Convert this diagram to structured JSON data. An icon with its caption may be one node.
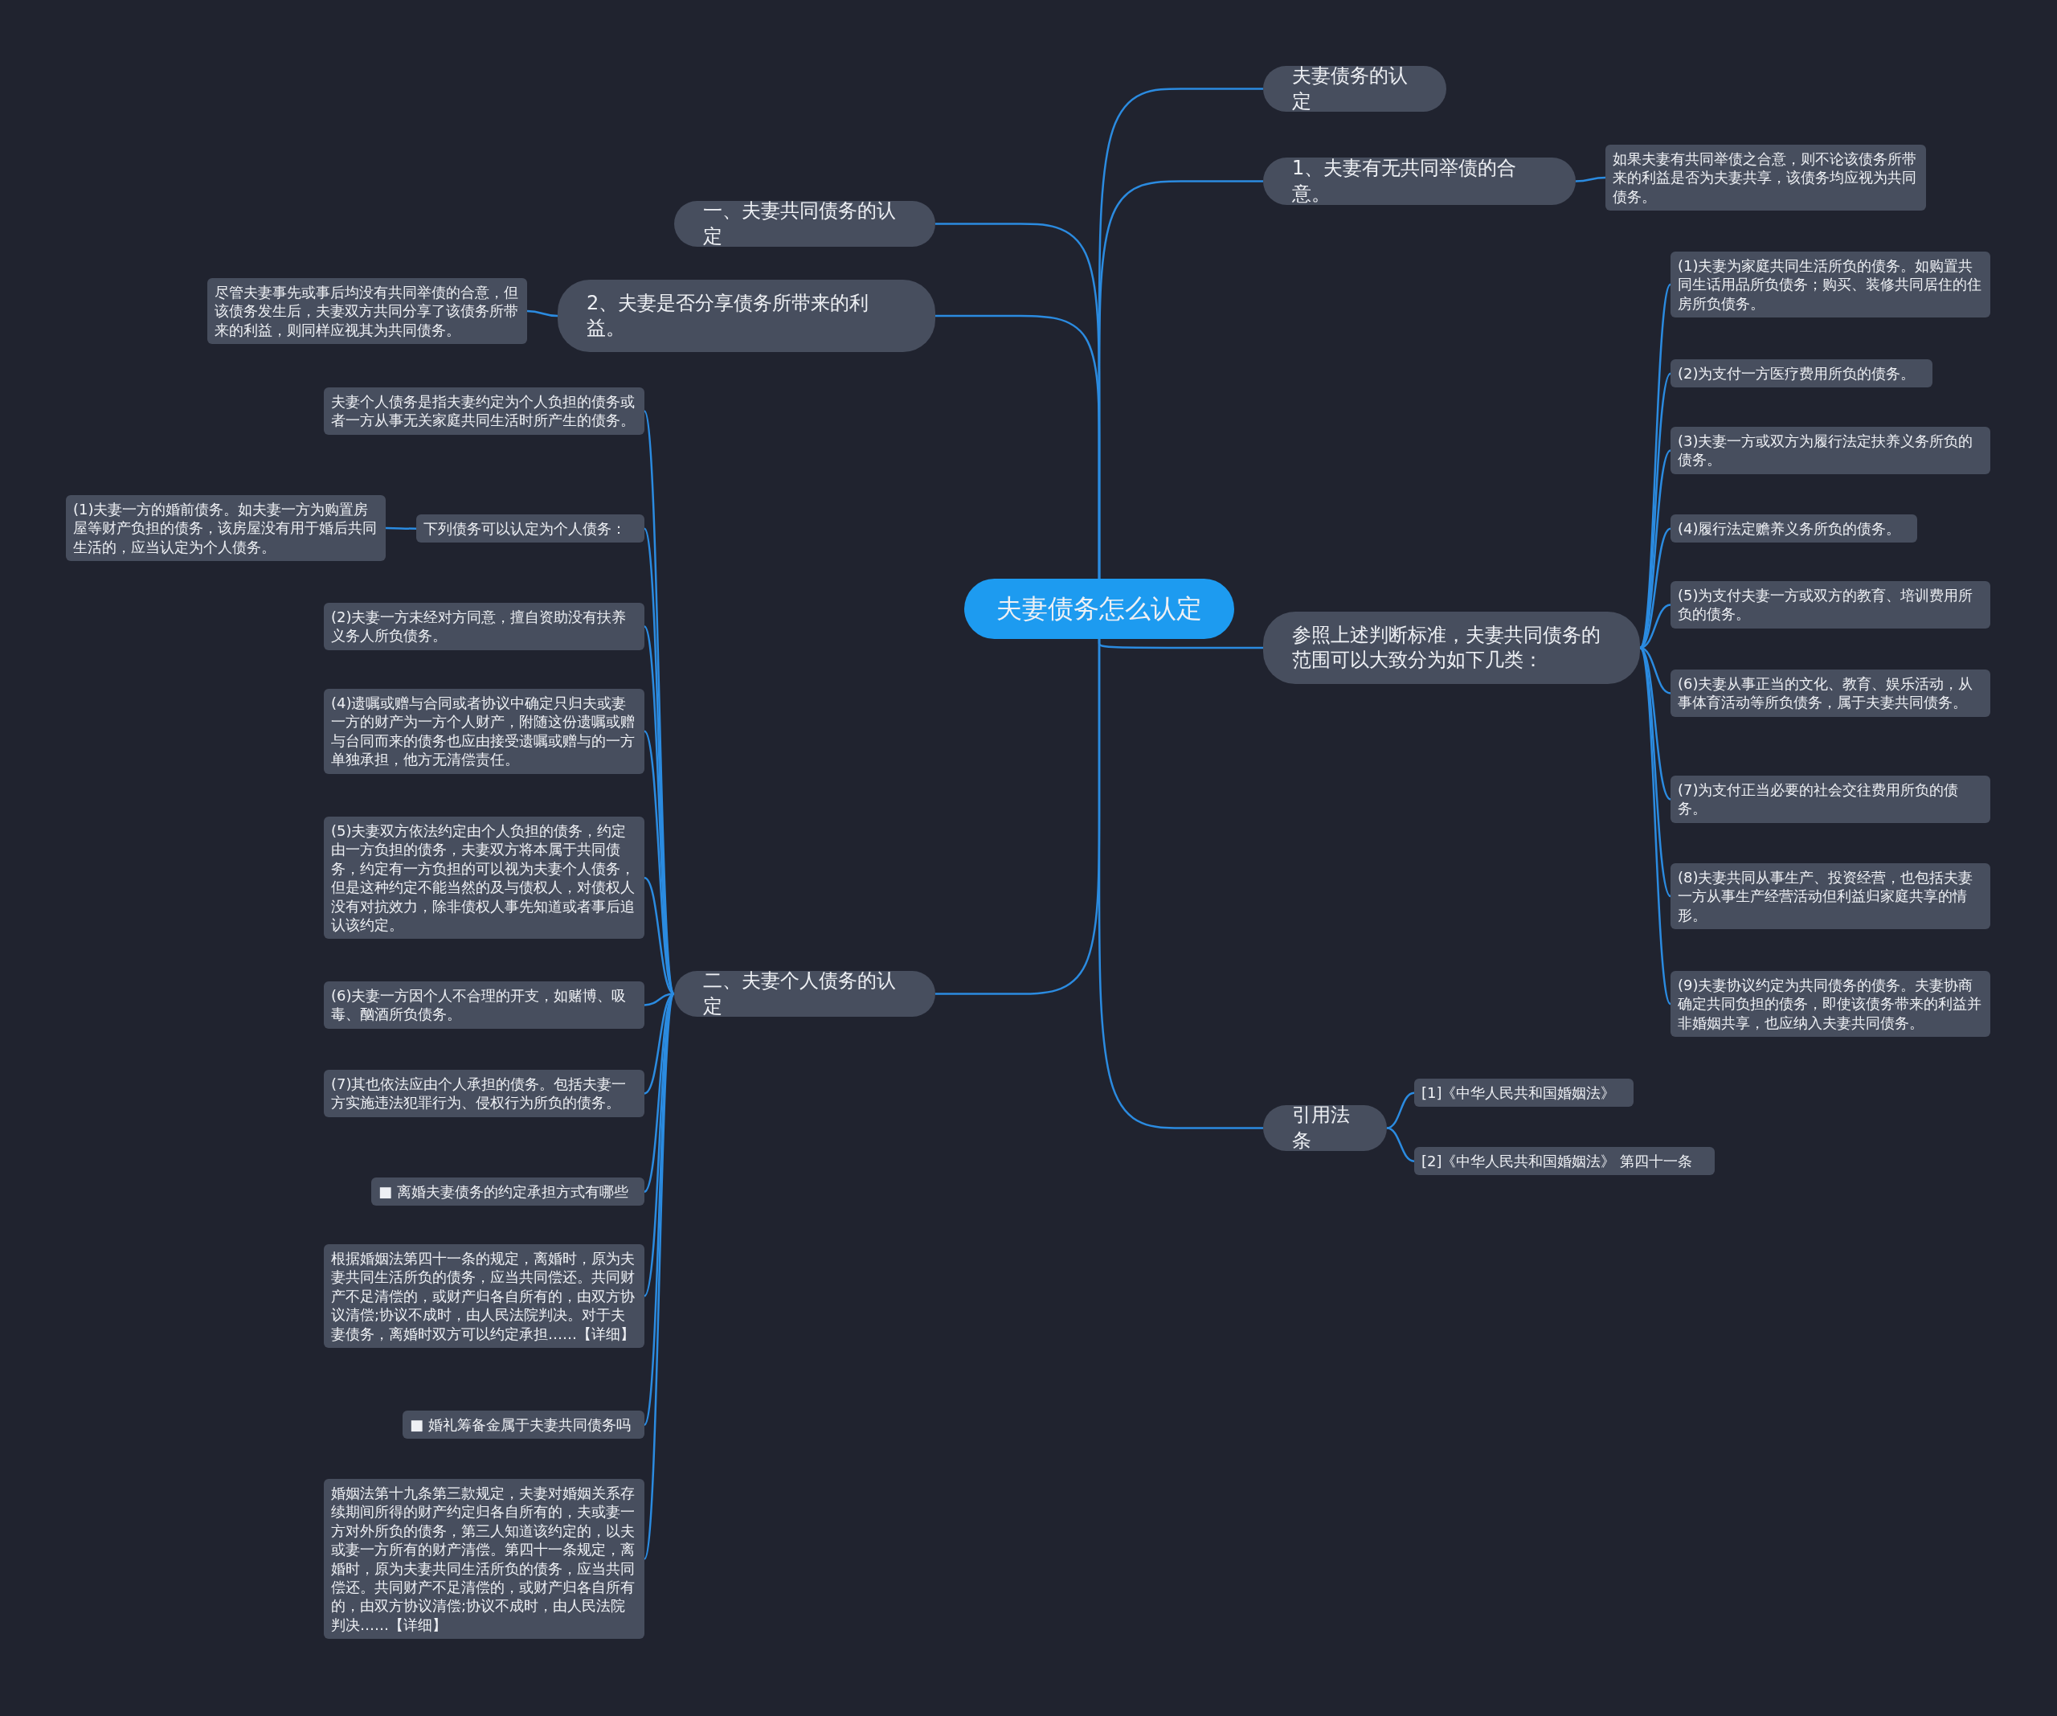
{
  "diagram": {
    "nodes": [
      {
        "text": [
          "夫妻债务怎么认定"
        ]
      },
      {
        "text": [
          "夫妻债务的认定"
        ]
      },
      {
        "text": [
          "1、夫妻有无共同举债的合意。"
        ]
      },
      {
        "text": [
          "如果夫妻有共同举债之合意，则不论该债务所带来的利益是否为夫妻共享，该债务均应视为共同债务。"
        ]
      },
      {
        "text": [
          "一、夫妻共同债务的认定"
        ]
      },
      {
        "text": [
          "2、夫妻是否分享债务所带来的利益。"
        ]
      },
      {
        "text": [
          "尽管夫妻事先或事后均没有共同举债的合意，但该债务发生后，夫妻双方共同分享了该债务所带来的利益，则同样应视其为共同债务。"
        ]
      },
      {
        "text": [
          "参照上述判断标准，夫妻共同债务的范围可以大致分为如下几类："
        ]
      },
      {
        "text": [
          "(1)夫妻为家庭共同生活所负的债务。如购置共同生话用品所负债务；购买、装修共同居住的住房所负债务。"
        ]
      },
      {
        "text": [
          "(2)为支付一方医疗费用所负的债务。"
        ]
      },
      {
        "text": [
          "(3)夫妻一方或双方为履行法定扶养义务所负的债务。"
        ]
      },
      {
        "text": [
          "(4)履行法定赡养义务所负的债务。"
        ]
      },
      {
        "text": [
          "(5)为支付夫妻一方或双方的教育、培训费用所负的债务。"
        ]
      },
      {
        "text": [
          "(6)夫妻从事正当的文化、教育、娱乐活动，从事体育活动等所负债务，属于夫妻共同债务。"
        ]
      },
      {
        "text": [
          "(7)为支付正当必要的社会交往费用所负的债务。"
        ]
      },
      {
        "text": [
          "(8)夫妻共同从事生产、投资经营，也包括夫妻一方从事生产经营活动但利益归家庭共享的情形。"
        ]
      },
      {
        "text": [
          "(9)夫妻协议约定为共同债务的债务。夫妻协商确定共同负担的债务，即使该债务带来的利益并非婚姻共享，也应纳入夫妻共同债务。"
        ]
      },
      {
        "text": [
          "二、夫妻个人债务的认定"
        ]
      },
      {
        "text": [
          "夫妻个人债务是指夫妻约定为个人负担的债务或者一方从事无关家庭共同生活时所产生的债务。"
        ]
      },
      {
        "text": [
          "下列债务可以认定为个人债务："
        ]
      },
      {
        "text": [
          "(1)夫妻一方的婚前债务。如夫妻一方为购置房屋等财产负担的债务，该房屋没有用于婚后共同生活的，应当认定为个人债务。"
        ]
      },
      {
        "text": [
          "(2)夫妻一方未经对方同意，擅自资助没有扶养义务人所负债务。"
        ]
      },
      {
        "text": [
          "(4)遗嘱或赠与合同或者协议中确定只归夫或妻一方的财产为一方个人财产，附随这份遗嘱或赠与台同而来的债务也应由接受遗嘱或赠与的一方单独承担，他方无清偿责任。"
        ]
      },
      {
        "text": [
          "(5)夫妻双方依法约定由个人负担的债务，约定由一方负担的债务，夫妻双方将本属于共同债务，约定有一方负担的可以视为夫妻个人债务，但是这种约定不能当然的及与债权人，对债权人没有对抗效力，除非债权人事先知道或者事后追认该约定。"
        ]
      },
      {
        "text": [
          "(6)夫妻一方因个人不合理的开支，如赌博、吸毒、酗酒所负债务。"
        ]
      },
      {
        "text": [
          "(7)其也依法应由个人承担的债务。包括夫妻一方实施违法犯罪行为、侵权行为所负的债务。"
        ]
      },
      {
        "text": [
          "■ 离婚夫妻债务的约定承担方式有哪些"
        ]
      },
      {
        "text": [
          "根据婚姻法第四十一条的规定，离婚时，原为夫妻共同生活所负的债务，应当共同偿还。共同财产不足清偿的，或财产归各自所有的，由双方协议清偿;协议不成时，由人民法院判决。对于夫妻债务，离婚时双方可以约定承担……【详细】"
        ]
      },
      {
        "text": [
          "■ 婚礼筹备金属于夫妻共同债务吗"
        ]
      },
      {
        "text": [
          "婚姻法第十九条第三款规定，夫妻对婚姻关系存续期间所得的财产约定归各自所有的，夫或妻一方对外所负的债务，第三人知道该约定的，以夫或妻一方所有的财产清偿。第四十一条规定，离婚时，原为夫妻共同生活所负的债务，应当共同偿还。共同财产不足清偿的，或财产归各自所有的，由双方协议清偿;协议不成时，由人民法院判决……【详细】"
        ]
      },
      {
        "text": [
          "引用法条"
        ]
      },
      {
        "text": [
          "[1]《中华人民共和国婚姻法》"
        ]
      },
      {
        "text": [
          "[2]《中华人民共和国婚姻法》 第四十一条"
        ]
      }
    ],
    "edges": [
      {
        "from": 0,
        "to": 1,
        "arrow": "none"
      },
      {
        "from": 0,
        "to": 2,
        "arrow": "none"
      },
      {
        "from": 2,
        "to": 3,
        "arrow": "none"
      },
      {
        "from": 0,
        "to": 4,
        "arrow": "none"
      },
      {
        "from": 0,
        "to": 5,
        "arrow": "none"
      },
      {
        "from": 5,
        "to": 6,
        "arrow": "none"
      },
      {
        "from": 0,
        "to": 7,
        "arrow": "none"
      },
      {
        "from": 7,
        "to": 8,
        "arrow": "none"
      },
      {
        "from": 7,
        "to": 9,
        "arrow": "none"
      },
      {
        "from": 7,
        "to": 10,
        "arrow": "none"
      },
      {
        "from": 7,
        "to": 11,
        "arrow": "none"
      },
      {
        "from": 7,
        "to": 12,
        "arrow": "none"
      },
      {
        "from": 7,
        "to": 13,
        "arrow": "none"
      },
      {
        "from": 7,
        "to": 14,
        "arrow": "none"
      },
      {
        "from": 7,
        "to": 15,
        "arrow": "none"
      },
      {
        "from": 7,
        "to": 16,
        "arrow": "none"
      },
      {
        "from": 0,
        "to": 17,
        "arrow": "none"
      },
      {
        "from": 17,
        "to": 18,
        "arrow": "none"
      },
      {
        "from": 17,
        "to": 19,
        "arrow": "none"
      },
      {
        "from": 19,
        "to": 20,
        "arrow": "none"
      },
      {
        "from": 17,
        "to": 21,
        "arrow": "none"
      },
      {
        "from": 17,
        "to": 22,
        "arrow": "none"
      },
      {
        "from": 17,
        "to": 23,
        "arrow": "none"
      },
      {
        "from": 17,
        "to": 24,
        "arrow": "none"
      },
      {
        "from": 17,
        "to": 25,
        "arrow": "none"
      },
      {
        "from": 17,
        "to": 26,
        "arrow": "none"
      },
      {
        "from": 17,
        "to": 27,
        "arrow": "none"
      },
      {
        "from": 17,
        "to": 28,
        "arrow": "none"
      },
      {
        "from": 17,
        "to": 29,
        "arrow": "none"
      },
      {
        "from": 0,
        "to": 30,
        "arrow": "none"
      },
      {
        "from": 30,
        "to": 31,
        "arrow": "none"
      },
      {
        "from": 30,
        "to": 32,
        "arrow": "none"
      }
    ]
  }
}
